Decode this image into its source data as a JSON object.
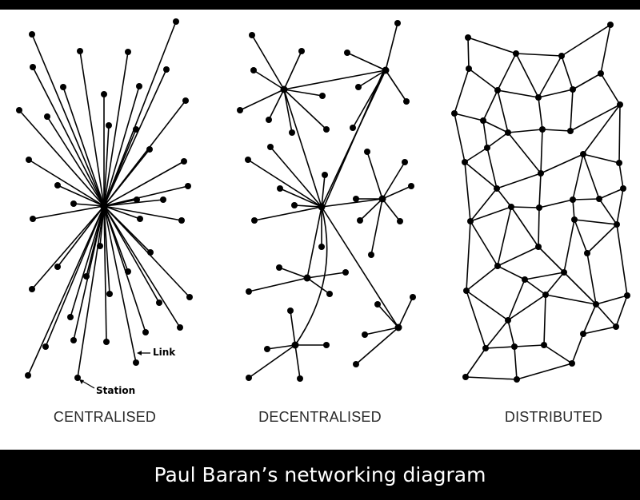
{
  "labels": {
    "centralised": "CENTRALISED",
    "decentralised": "DECENTRALISED",
    "distributed": "DISTRIBUTED"
  },
  "annotations": {
    "link": "Link",
    "station": "Station"
  },
  "caption": "Paul Baran’s networking diagram",
  "colors": {
    "ink": "#000000",
    "bars": "#000000",
    "caption_text": "#ffffff"
  }
}
